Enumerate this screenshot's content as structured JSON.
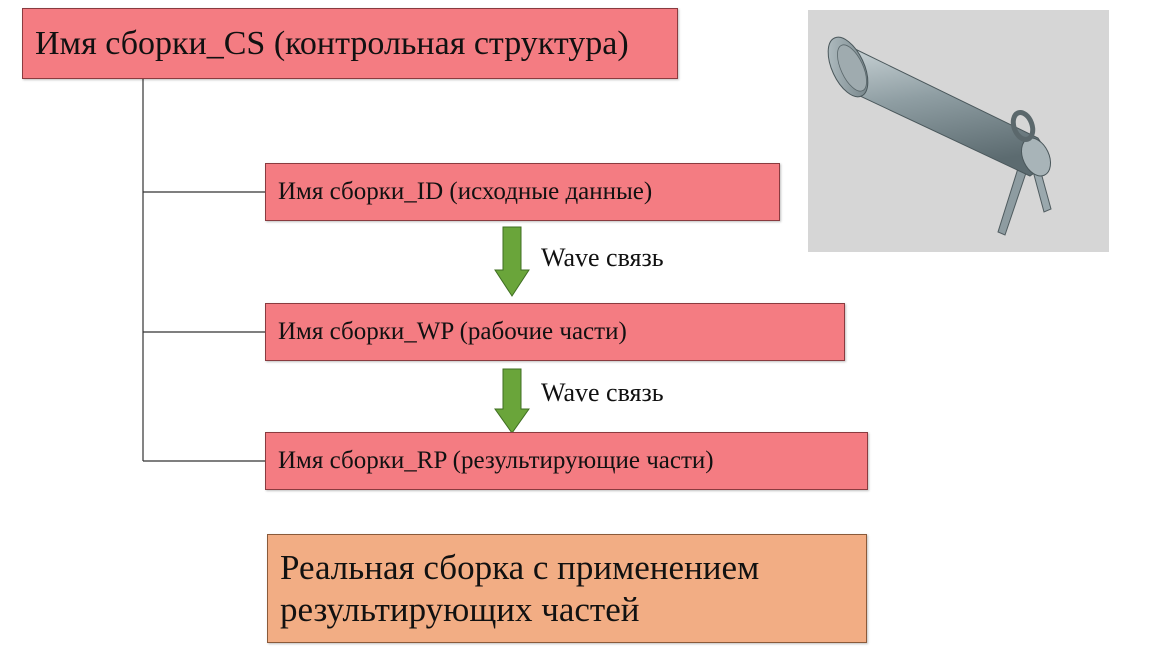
{
  "diagram": {
    "control_structure": "Имя сборки_CS (контрольная структура)",
    "initial_data": "Имя сборки_ID (исходные данные)",
    "working_parts": "Имя сборки_WP (рабочие части)",
    "resulting_parts": "Имя сборки_RP (результирующие части)",
    "real_assembly": "Реальная сборка с применением результирующих частей",
    "wave_link_1": "Wave связь",
    "wave_link_2": "Wave связь"
  },
  "colors": {
    "box_fill": "#f47c82",
    "real_box_fill": "#f2ad84",
    "arrow_fill": "#6aa53a",
    "panel_bg": "#d6d6d6"
  },
  "image": {
    "icon": "clevis-pin-with-cotter-pin-icon"
  }
}
